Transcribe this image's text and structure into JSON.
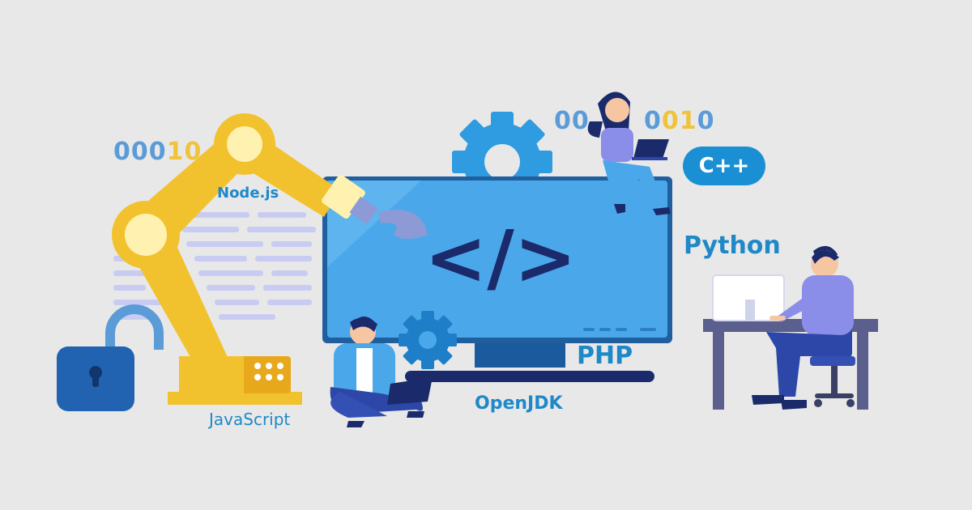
{
  "binary_left": {
    "blue": "000",
    "gold": "10",
    "tail": ""
  },
  "binary_right_a": {
    "blue": "00"
  },
  "binary_right_b": {
    "blue1": "0",
    "gold": "01",
    "blue2": "0"
  },
  "languages": {
    "nodejs": "Node.js",
    "javascript": "JavaScript",
    "cpp": "C++",
    "python": "Python",
    "php": "PHP",
    "openjdk": "OpenJDK"
  },
  "monitor_symbol": "</>",
  "icons": [
    "robot-arm-icon",
    "gear-icon",
    "padlock-icon",
    "monitor-icon",
    "laptop-icon",
    "desk-icon",
    "chair-icon"
  ],
  "colors": {
    "background": "#e8e8e8",
    "monitor_screen": "#4aa8ea",
    "monitor_frame": "#1f5f9e",
    "code_symbol": "#1b2a6b",
    "gear": "#2f9be0",
    "robot_arm": "#f2c22e",
    "robot_arm_joint": "#fff2b0",
    "accent_blue": "#1a8fd4",
    "person_shirt": "#8b8ee8",
    "person_pants": "#2c47a8"
  }
}
